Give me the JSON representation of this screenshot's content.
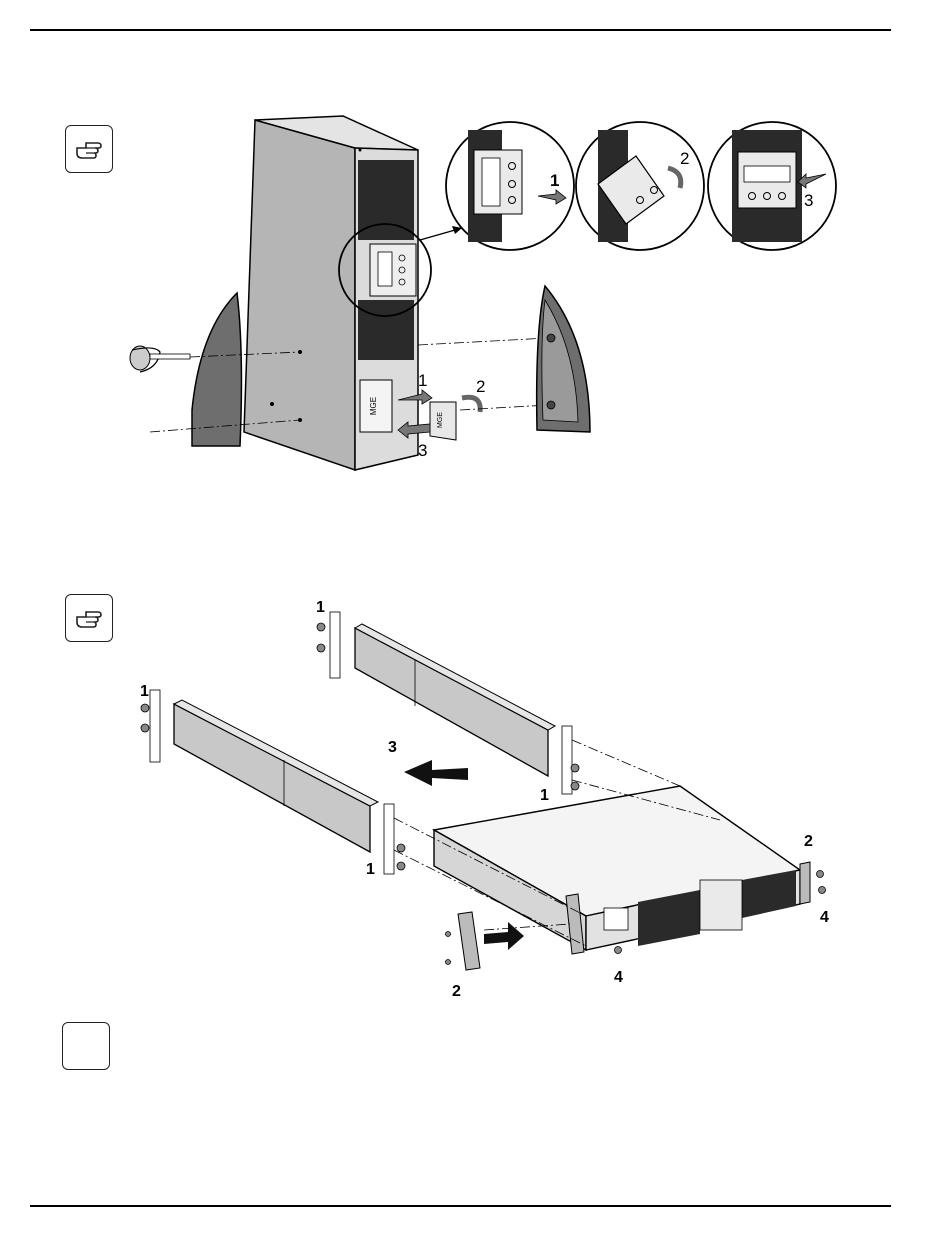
{
  "icons": {
    "note_1": "pointing-hand-icon",
    "note_2": "pointing-hand-icon",
    "note_3": "blank-note-icon"
  },
  "figure1": {
    "unit_badge": "MGE",
    "detail_labels": [
      "1",
      "2",
      "3"
    ],
    "step_labels": [
      "1",
      "2",
      "3"
    ]
  },
  "figure2": {
    "labels": [
      "1",
      "1",
      "3",
      "1",
      "1",
      "2",
      "2",
      "4",
      "4"
    ]
  },
  "colors": {
    "line": "#000000",
    "cabinet_side": "#b5b5b5",
    "cabinet_front": "#d9d9d9",
    "foot": "#6e6e6e",
    "grille": "#2a2a2a"
  }
}
